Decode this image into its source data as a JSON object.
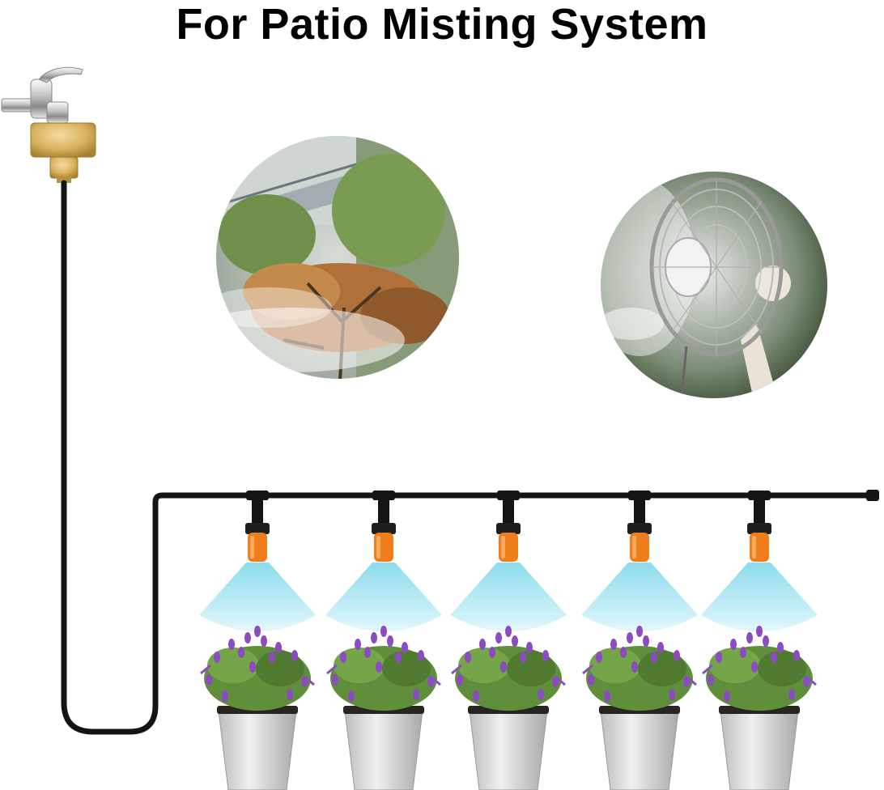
{
  "title": "For Patio Misting System",
  "colors": {
    "tube": "#141414",
    "brass": "#d9b25f",
    "nozzle": "#f07d1c",
    "mist": "#9fe3ef",
    "pot": "#d9d9d9",
    "foliage": "#5f8f3a",
    "flower": "#8a4cc0"
  },
  "icons": {
    "faucet": "faucet-icon",
    "adapter": "brass-adapter-icon",
    "nozzle": "mist-nozzle-icon",
    "plant": "lavender-plant-icon",
    "pot": "plant-pot-icon",
    "fan": "fan-icon",
    "tree": "tree-icon"
  },
  "nozzles": [
    {
      "id": "nozzle-1"
    },
    {
      "id": "nozzle-2"
    },
    {
      "id": "nozzle-3"
    },
    {
      "id": "nozzle-4"
    },
    {
      "id": "nozzle-5"
    }
  ]
}
